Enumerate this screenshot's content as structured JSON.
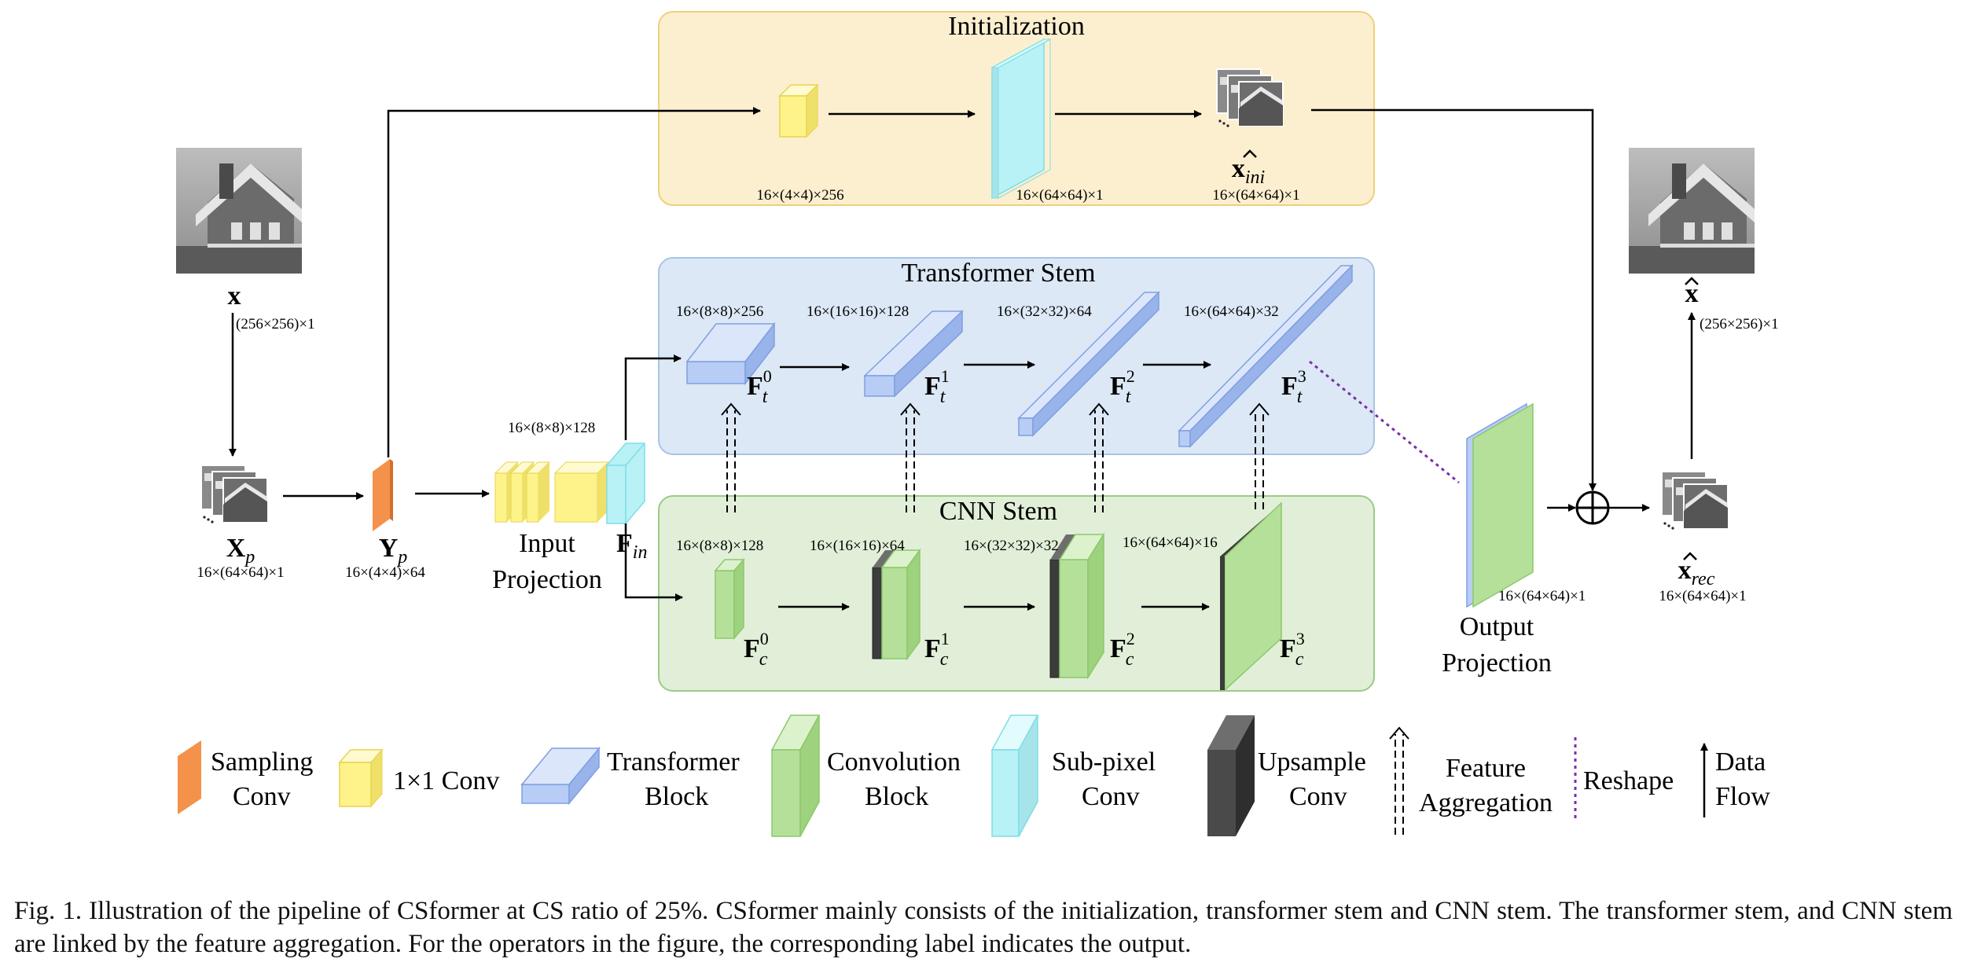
{
  "panels": {
    "initialization": "Initialization",
    "transformer_stem": "Transformer Stem",
    "cnn_stem": "CNN Stem"
  },
  "input": {
    "var": "x",
    "dim": "(256×256)×1"
  },
  "patches": {
    "var": "X",
    "sub": "p",
    "dim": "16×(64×64)×1"
  },
  "measure": {
    "var": "Y",
    "sub": "p",
    "dim": "16×(4×4)×64"
  },
  "input_projection": {
    "line1": "Input",
    "line2": "Projection",
    "dim": "16×(8×8)×128"
  },
  "fin": {
    "var": "F",
    "sub": "in"
  },
  "init_branch": {
    "conv_dim": "16×(4×4)×256",
    "subpixel_dim": "16×(64×64)×1",
    "ini_var": "x",
    "ini_sub": "ini",
    "ini_dim": "16×(64×64)×1"
  },
  "transformer": [
    {
      "var": "F",
      "sub": "t",
      "sup": "0",
      "dim": "16×(8×8)×256"
    },
    {
      "var": "F",
      "sub": "t",
      "sup": "1",
      "dim": "16×(16×16)×128"
    },
    {
      "var": "F",
      "sub": "t",
      "sup": "2",
      "dim": "16×(32×32)×64"
    },
    {
      "var": "F",
      "sub": "t",
      "sup": "3",
      "dim": "16×(64×64)×32"
    }
  ],
  "cnn": [
    {
      "var": "F",
      "sub": "c",
      "sup": "0",
      "dim": "16×(8×8)×128"
    },
    {
      "var": "F",
      "sub": "c",
      "sup": "1",
      "dim": "16×(16×16)×64"
    },
    {
      "var": "F",
      "sub": "c",
      "sup": "2",
      "dim": "16×(32×32)×32"
    },
    {
      "var": "F",
      "sub": "c",
      "sup": "3",
      "dim": "16×(64×64)×16"
    }
  ],
  "output_projection": {
    "line1": "Output",
    "line2": "Projection",
    "dim": "16×(64×64)×1"
  },
  "rec": {
    "var": "x",
    "sub": "rec",
    "dim": "16×(64×64)×1"
  },
  "output": {
    "var": "x",
    "dim": "(256×256)×1"
  },
  "legend": {
    "sampling": [
      "Sampling",
      "Conv"
    ],
    "conv1x1": "1×1 Conv",
    "transformer_block": [
      "Transformer",
      "Block"
    ],
    "conv_block": [
      "Convolution",
      "Block"
    ],
    "subpixel": [
      "Sub-pixel",
      "Conv"
    ],
    "upsample": [
      "Upsample",
      "Conv"
    ],
    "feature_agg": [
      "Feature",
      "Aggregation"
    ],
    "reshape": "Reshape",
    "data_flow": [
      "Data",
      "Flow"
    ]
  },
  "caption": "Fig. 1.   Illustration of the pipeline of CSformer at CS ratio of 25%. CSformer mainly consists of the initialization, transformer stem and CNN stem. The transformer stem, and CNN stem are linked by the feature aggregation. For the operators in the figure, the corresponding label indicates the output.",
  "colors": {
    "init_panel": "#fcefcf",
    "transformer_panel": "#dce8f5",
    "cnn_panel": "#e1efd8",
    "sampling": "#f4914a",
    "conv1x1": "#fdf38a",
    "transformer_block": "#b7cdf5",
    "conv_block": "#b5e09a",
    "subpixel": "#b8f2f6",
    "upsample": "#4a4a4a",
    "reshape": "#7a2fa8"
  }
}
